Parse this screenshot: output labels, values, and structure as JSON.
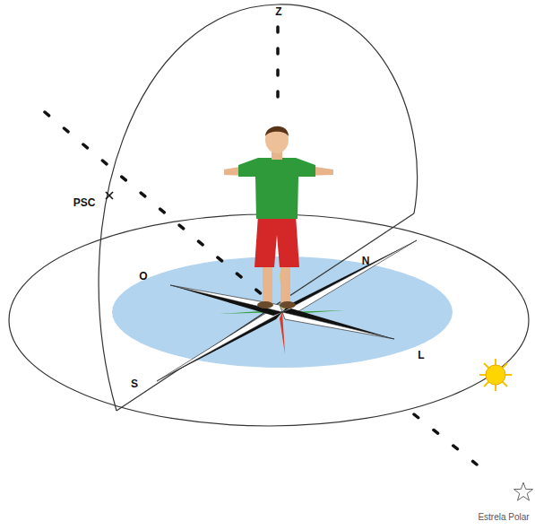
{
  "diagram": {
    "labels": [
      "Z",
      "PSC",
      "O",
      "N",
      "L",
      "S",
      "Estrela Polar"
    ]
  }
}
